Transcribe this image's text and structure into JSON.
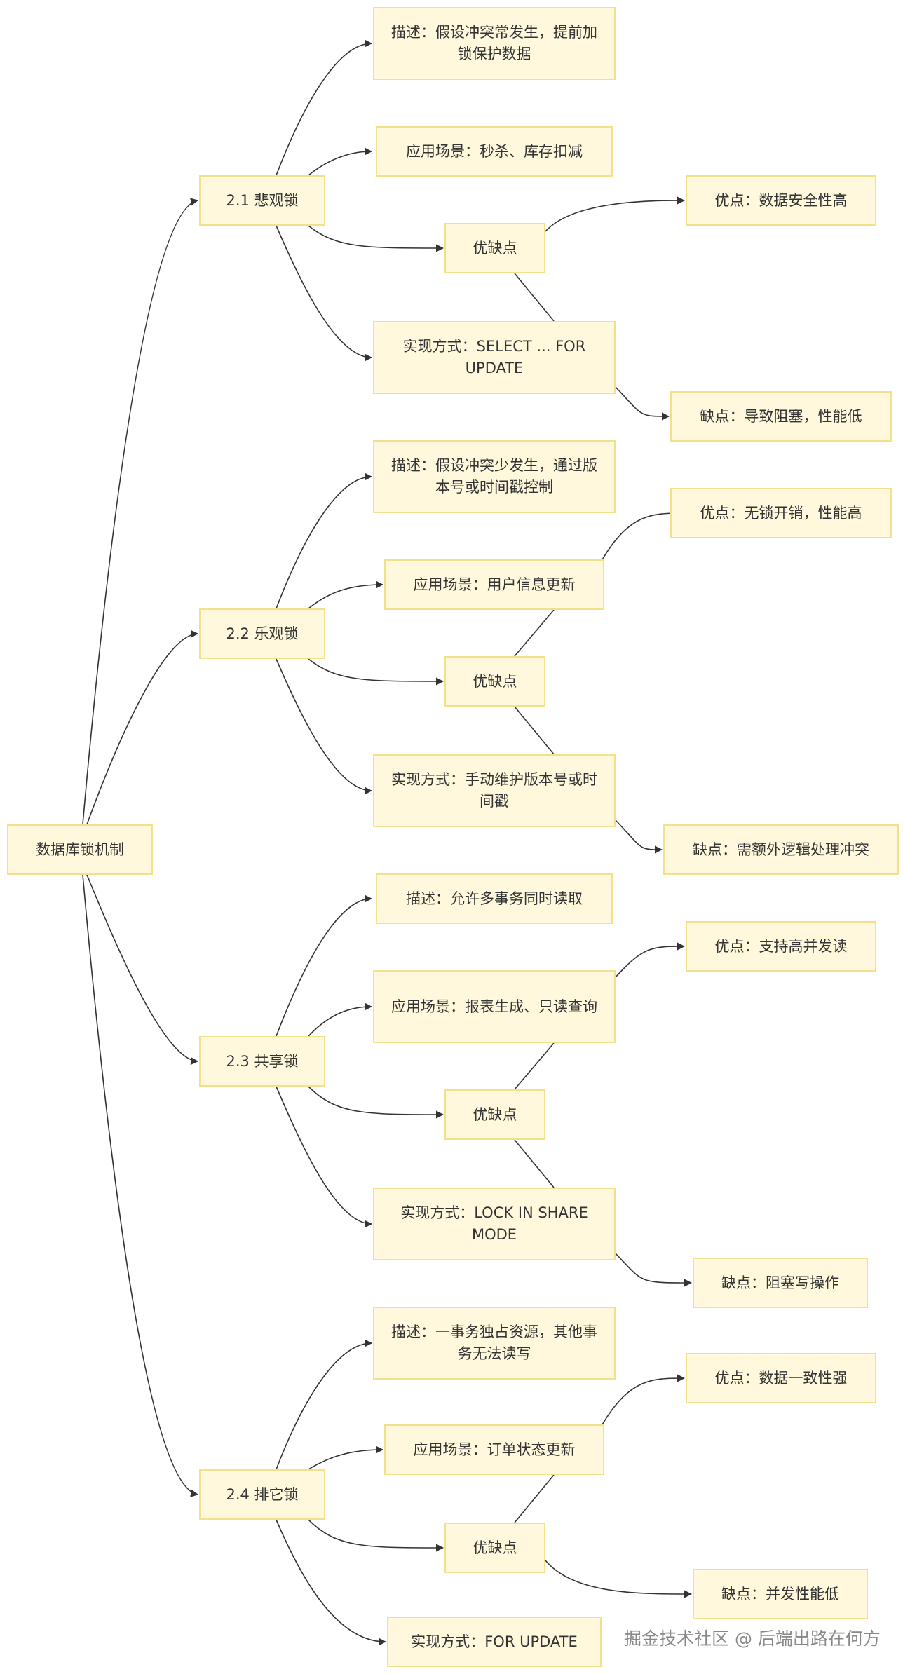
{
  "diagram": {
    "root": "数据库锁机制",
    "branches": [
      {
        "label": "2.1 悲观锁",
        "description": "描述：假设冲突常发生，提前加锁保护数据",
        "scenario": "应用场景：秒杀、库存扣减",
        "pros_cons": "优缺点",
        "implementation": "实现方式：SELECT ... FOR UPDATE",
        "pros": "优点：数据安全性高",
        "cons": "缺点：导致阻塞，性能低"
      },
      {
        "label": "2.2 乐观锁",
        "description": "描述：假设冲突少发生，通过版本号或时间戳控制",
        "scenario": "应用场景：用户信息更新",
        "pros_cons": "优缺点",
        "implementation": "实现方式：手动维护版本号或时间戳",
        "pros": "优点：无锁开销，性能高",
        "cons": "缺点：需额外逻辑处理冲突"
      },
      {
        "label": "2.3 共享锁",
        "description": "描述：允许多事务同时读取",
        "scenario": "应用场景：报表生成、只读查询",
        "pros_cons": "优缺点",
        "implementation": "实现方式：LOCK IN SHARE MODE",
        "pros": "优点：支持高并发读",
        "cons": "缺点：阻塞写操作"
      },
      {
        "label": "2.4 排它锁",
        "description": "描述：一事务独占资源，其他事务无法读写",
        "scenario": "应用场景：订单状态更新",
        "pros_cons": "优缺点",
        "implementation": "实现方式：FOR UPDATE",
        "pros": "优点：数据一致性强",
        "cons": "缺点：并发性能低"
      }
    ]
  },
  "watermark": "掘金技术社区 @ 后端出路在何方"
}
